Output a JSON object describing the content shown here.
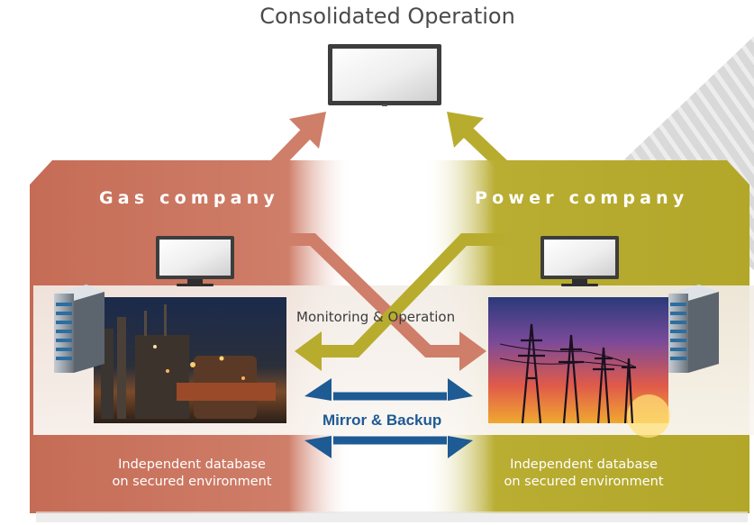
{
  "title": "Consolidated Operation",
  "gas_company": {
    "label": "Gas company",
    "database_line1": "Independent database",
    "database_line2": "on secured environment",
    "color": "#c8705a"
  },
  "power_company": {
    "label": "Power company",
    "database_line1": "Independent database",
    "database_line2": "on secured environment",
    "color": "#b8ac2e"
  },
  "flows": {
    "monitoring_label": "Monitoring & Operation",
    "mirror_label": "Mirror & Backup",
    "mirror_color": "#1e5a94"
  },
  "icons": [
    "monitor-icon",
    "server-icon",
    "gas-plant-photo",
    "power-lines-photo"
  ]
}
